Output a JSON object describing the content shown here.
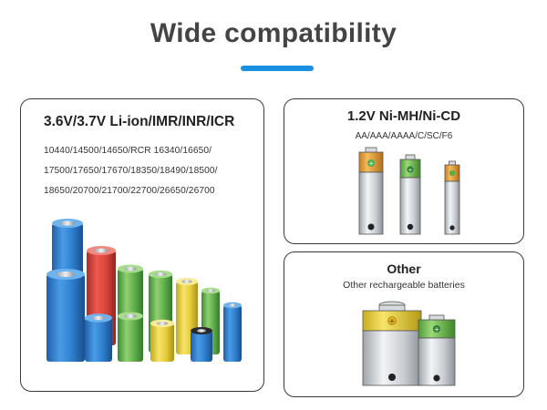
{
  "header": {
    "title": "Wide compatibility"
  },
  "liion": {
    "heading": "3.6V/3.7V Li-ion/IMR/INR/ICR",
    "models": [
      "10440/14500/14650/RCR 16340/16650/",
      "17500/17650/17670/18350/18490/18500/",
      "18650/20700/21700/22700/26650/26700"
    ]
  },
  "nimh": {
    "heading": "1.2V Ni-MH/Ni-CD",
    "sizes": "AA/AAA/AAAA/C/SC/F6"
  },
  "other": {
    "heading": "Other",
    "subtitle": "Other rechargeable batteries"
  },
  "colors": {
    "accent_bar": "#1a8fe0",
    "blue_cell": "#2e7cc7",
    "red_cell": "#d94a3f",
    "green_cell": "#6ab650",
    "yellow_cell": "#e8cf3a",
    "orange_cap": "#e8a03a"
  },
  "icons": {
    "plus": "plus-icon",
    "minus": "minus-icon"
  }
}
